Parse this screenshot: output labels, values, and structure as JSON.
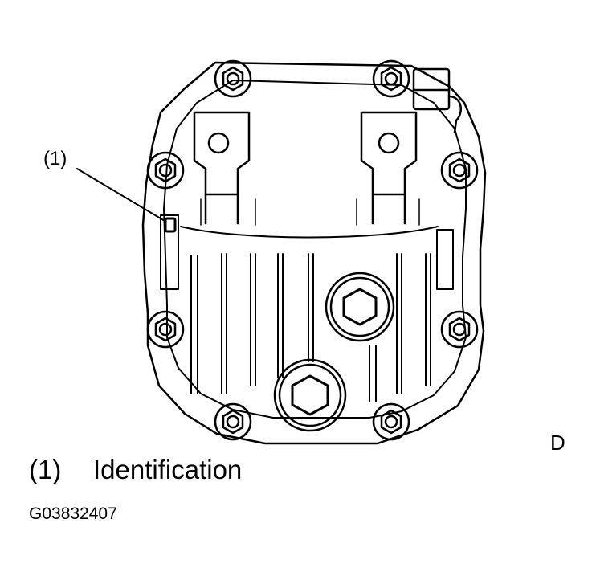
{
  "callout": "(1)",
  "view_label": "D",
  "legend": {
    "key": "(1)",
    "text": "Identification"
  },
  "figure_code": "G03832407",
  "colors": {
    "line": "#000000",
    "background": "#ffffff"
  }
}
